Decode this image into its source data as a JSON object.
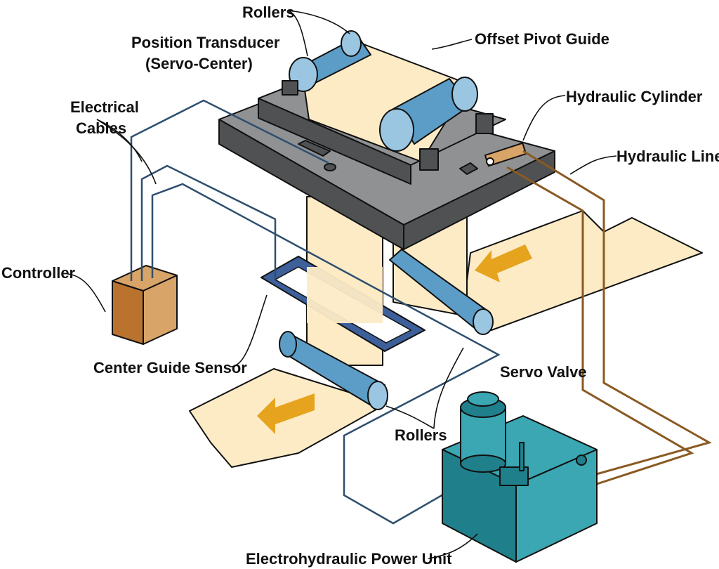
{
  "colors": {
    "web": "#fdebc6",
    "roller": "#5b9dc6",
    "roller_light": "#9ac6e2",
    "frame_top": "#8f9193",
    "frame_side": "#4f5153",
    "sensor": "#3d5f9a",
    "controller_front": "#b9732f",
    "controller_side": "#d8a468",
    "hydraulic_line": "#8a5a22",
    "cable": "#2f4f6e",
    "power_unit": "#3aa7b3",
    "power_unit_dark": "#1f7f8a",
    "arrow": "#e6a31d"
  },
  "labels": {
    "rollers_top": "Rollers",
    "position_transducer_line1": "Position Transducer",
    "position_transducer_line2": "(Servo-Center)",
    "offset_pivot_guide": "Offset Pivot Guide",
    "electrical_cables_line1": "Electrical",
    "electrical_cables_line2": "Cables",
    "hydraulic_cylinder": "Hydraulic Cylinder",
    "hydraulic_lines": "Hydraulic Lines",
    "controller": "Controller",
    "center_guide_sensor": "Center Guide Sensor",
    "servo_valve": "Servo Valve",
    "rollers_bottom": "Rollers",
    "power_unit": "Electrohydraulic Power Unit"
  }
}
